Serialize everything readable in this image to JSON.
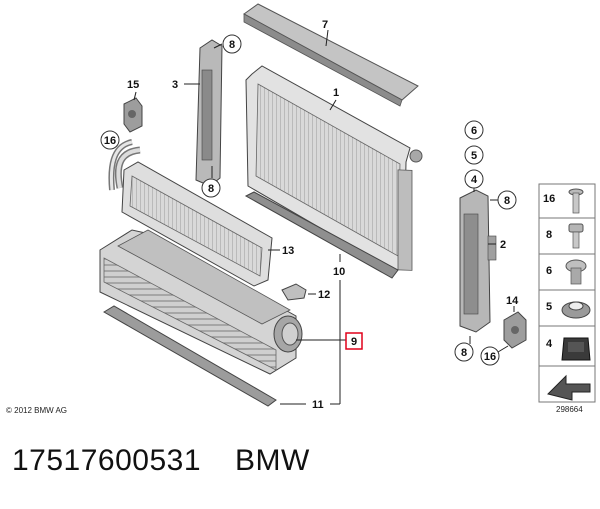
{
  "parts_diagram": {
    "callouts": {
      "c1": "1",
      "c2": "2",
      "c3": "3",
      "c4": "4",
      "c5": "5",
      "c6": "6",
      "c7": "7",
      "c8a": "8",
      "c8b": "8",
      "c8c": "8",
      "c8d": "8",
      "c9": "9",
      "c10": "10",
      "c11": "11",
      "c12": "12",
      "c13": "13",
      "c14": "14",
      "c15": "15",
      "c16a": "16",
      "c16b": "16"
    },
    "legend": {
      "items": [
        "16",
        "8",
        "6",
        "5",
        "4"
      ]
    },
    "highlighted_callout": "9",
    "highlight_color": "#e0001a",
    "copyright": "© 2012 BMW AG",
    "diagram_id": "298664"
  },
  "caption": {
    "part_number": "17517600531",
    "brand": "BMW"
  }
}
